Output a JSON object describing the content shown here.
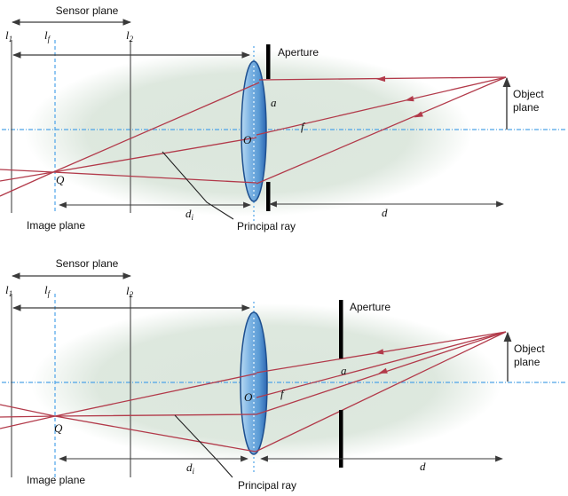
{
  "colors": {
    "ray": "#b23a4a",
    "axis_blue": "#4da3e8",
    "lens_fill_light": "#b8d9f2",
    "lens_fill_mid": "#5b9bd5",
    "lens_fill_dark": "#2d67b3",
    "lens_edge": "#1d4f8f",
    "blob_green": "#d5e2d6",
    "dimension_line": "#3a3a3a",
    "aperture_bar": "#000000"
  },
  "top": {
    "sensor_plane": "Sensor plane",
    "ticks": {
      "l1": {
        "base": "l",
        "sub": "1"
      },
      "lf": {
        "base": "l",
        "sub": "f"
      },
      "l2": {
        "base": "l",
        "sub": "2"
      }
    },
    "aperture": "Aperture",
    "object_line1": "Object",
    "object_line2": "plane",
    "image_plane": "Image plane",
    "principal_ray": "Principal ray",
    "half_aperture": "a",
    "focal": "f",
    "lens_center": "O",
    "image_point": "Q",
    "di": {
      "base": "d",
      "sub": "i"
    },
    "d": "d"
  },
  "bottom": {
    "sensor_plane": "Sensor plane",
    "ticks": {
      "l1": {
        "base": "l",
        "sub": "1"
      },
      "lf": {
        "base": "l",
        "sub": "f"
      },
      "l2": {
        "base": "l",
        "sub": "2"
      }
    },
    "aperture": "Aperture",
    "object_line1": "Object",
    "object_line2": "plane",
    "image_plane": "Image plane",
    "principal_ray": "Principal ray",
    "half_aperture": "a",
    "focal": "f",
    "lens_center": "O",
    "image_point": "Q",
    "di": {
      "base": "d",
      "sub": "i"
    },
    "d": "d"
  }
}
